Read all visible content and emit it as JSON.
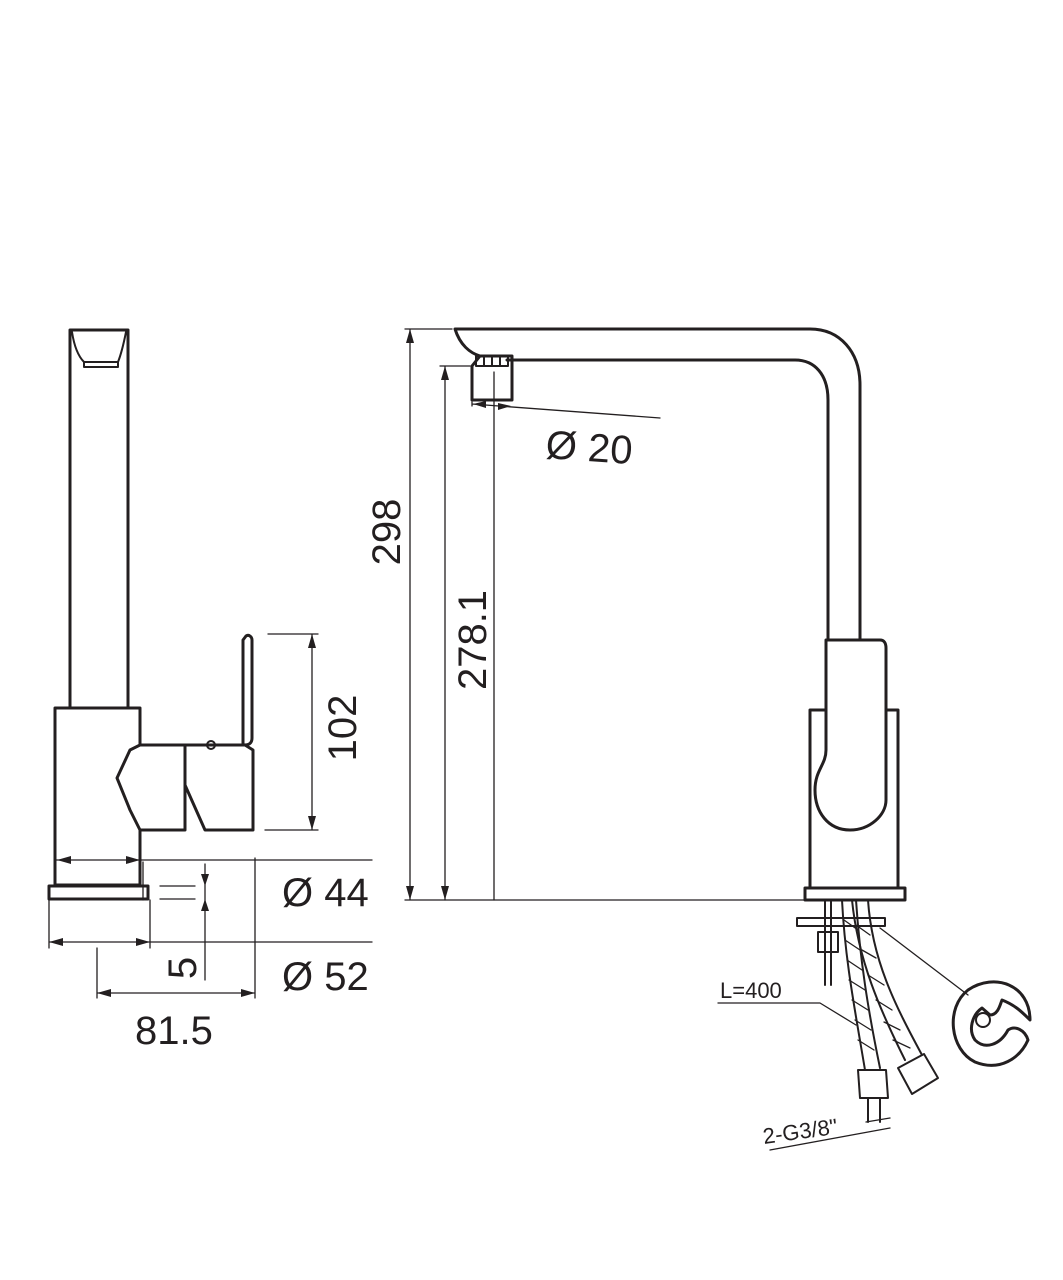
{
  "dimensions": {
    "total_height": "298",
    "spout_outlet_height": "278.1",
    "aerator_diameter": "Ø 20",
    "body_height": "102",
    "body_diameter": "Ø 44",
    "base_diameter": "Ø 52",
    "base_thickness": "5",
    "depth": "81.5",
    "hose_length": "L=400",
    "connection_thread": "2-G3/8\""
  },
  "colors": {
    "line": "#231f20",
    "background": "#ffffff"
  }
}
